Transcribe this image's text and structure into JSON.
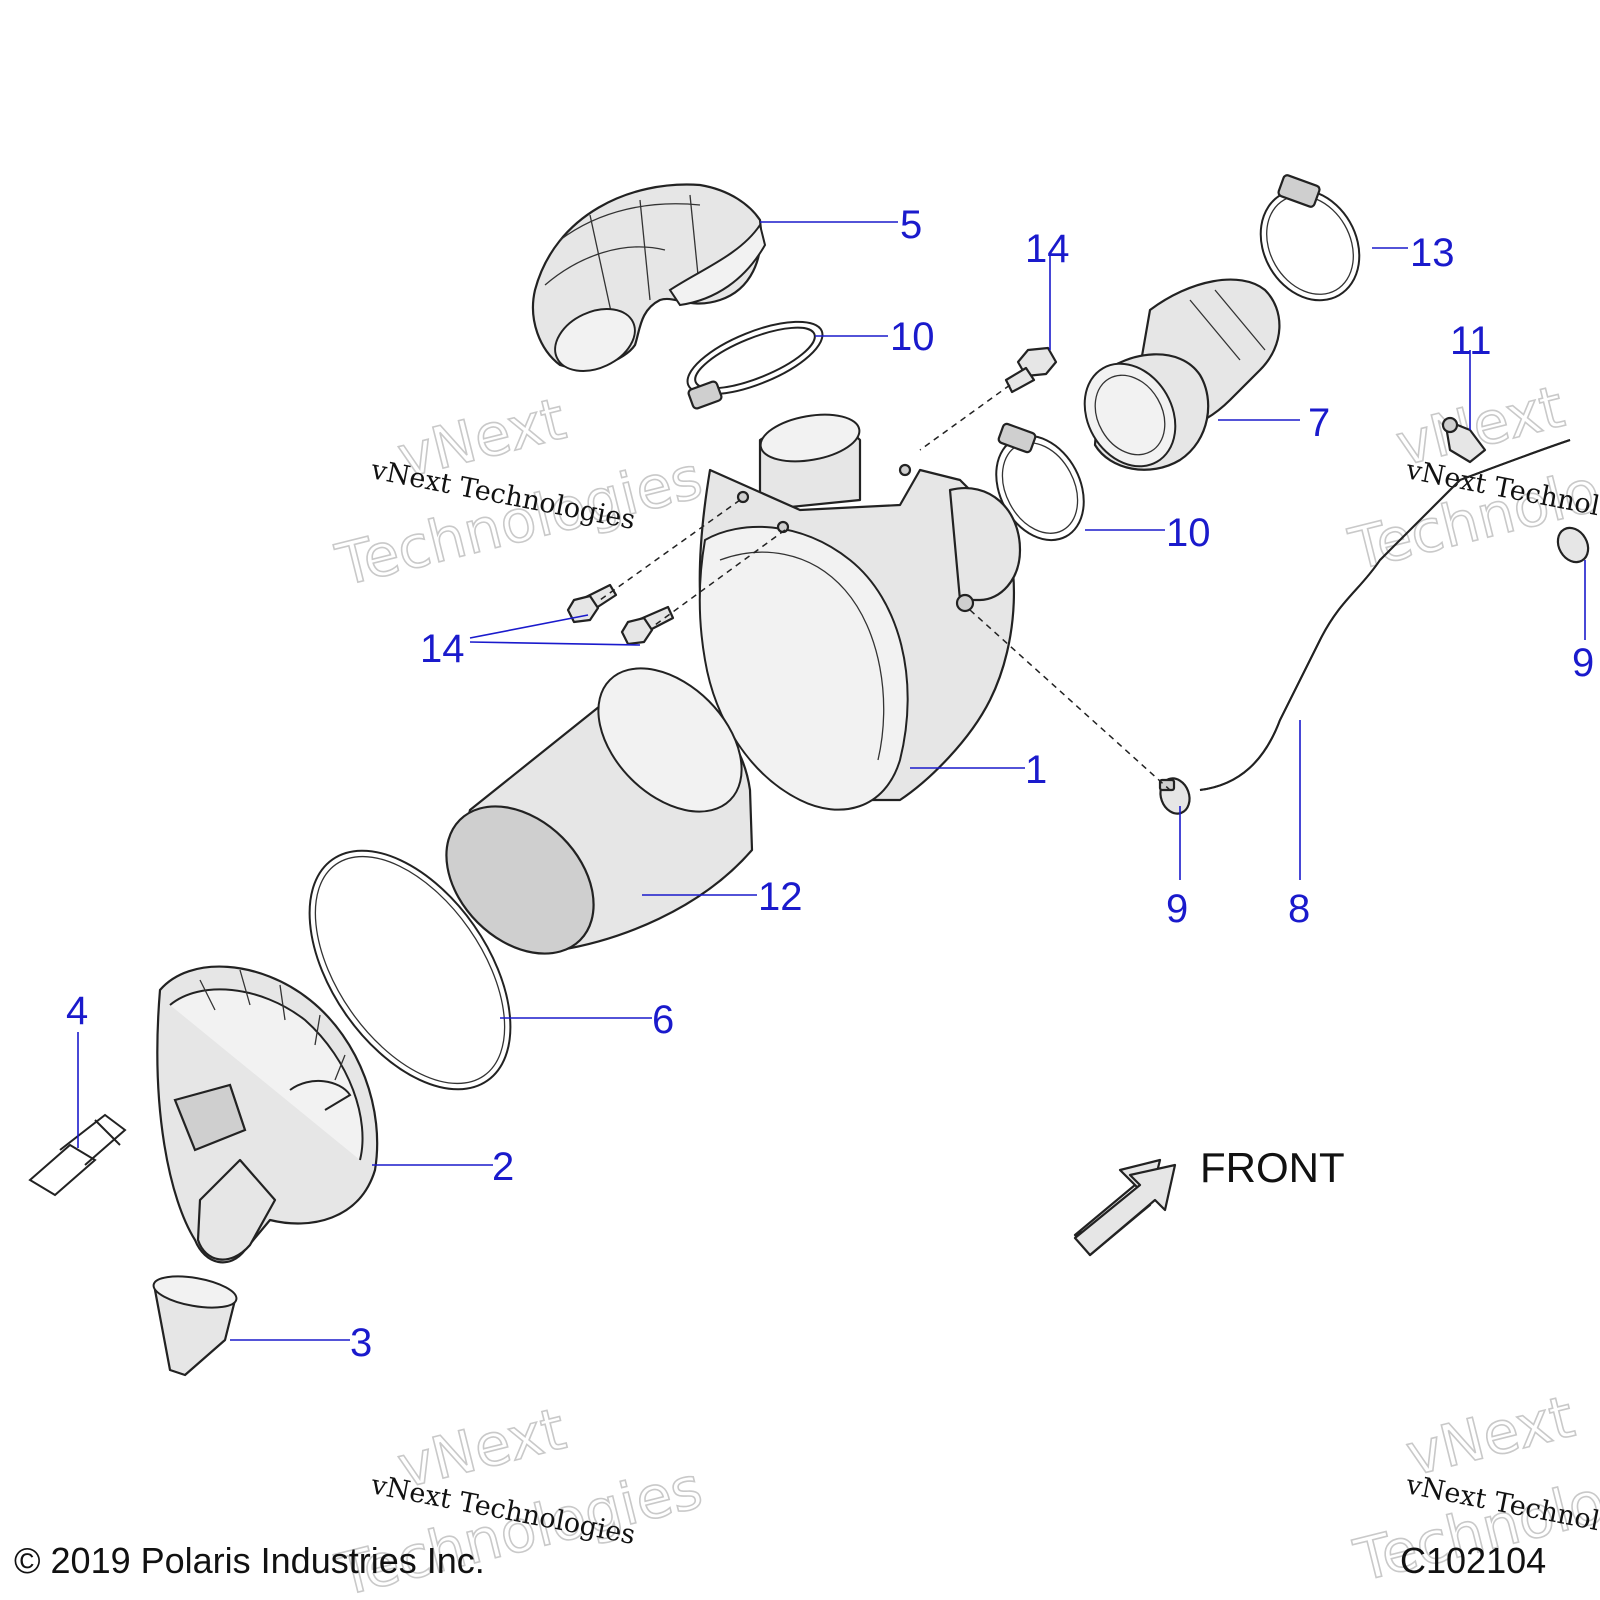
{
  "diagram": {
    "callouts": {
      "c1": "1",
      "c2": "2",
      "c3": "3",
      "c4": "4",
      "c5": "5",
      "c6": "6",
      "c7": "7",
      "c8": "8",
      "c9a": "9",
      "c9b": "9",
      "c10a": "10",
      "c10b": "10",
      "c11": "11",
      "c12": "12",
      "c13": "13",
      "c14a": "14",
      "c14b": "14"
    },
    "front_label": "FRONT",
    "copyright": "© 2019 Polaris Industries Inc.",
    "figure_code": "C102104"
  },
  "watermark": {
    "line1": "vNext Technologies",
    "big_a": "vNext",
    "big_b": "Technologies"
  },
  "colors": {
    "callout": "#1a1acc",
    "part_fill": "#e6e6e6",
    "outline": "#222222"
  }
}
